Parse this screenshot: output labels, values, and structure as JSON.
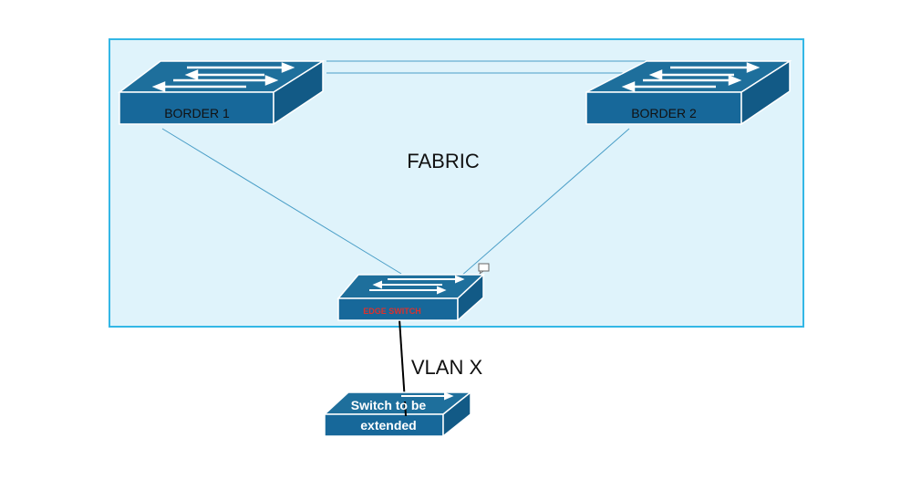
{
  "fabric": {
    "label": "FABRIC",
    "fill": "#dff3fb",
    "border": "#33b7e6"
  },
  "switches": {
    "border1": {
      "label": "BORDER 1"
    },
    "border2": {
      "label": "BORDER 2"
    },
    "edge": {
      "label": "EDGE SWITCH",
      "label_color": "#e0302a"
    },
    "extended": {
      "label_line1": "Switch to be",
      "label_line2": "extended"
    }
  },
  "links": {
    "vlan_label": "VLAN X"
  },
  "colors": {
    "switch_top": "#1e6f9c",
    "switch_front": "#17689a",
    "switch_side": "#125a86",
    "link_line": "#4a9ec7",
    "vlan_line": "#000000"
  },
  "icons": {
    "comment": "speech-bubble-icon",
    "switch": "network-switch-icon"
  }
}
